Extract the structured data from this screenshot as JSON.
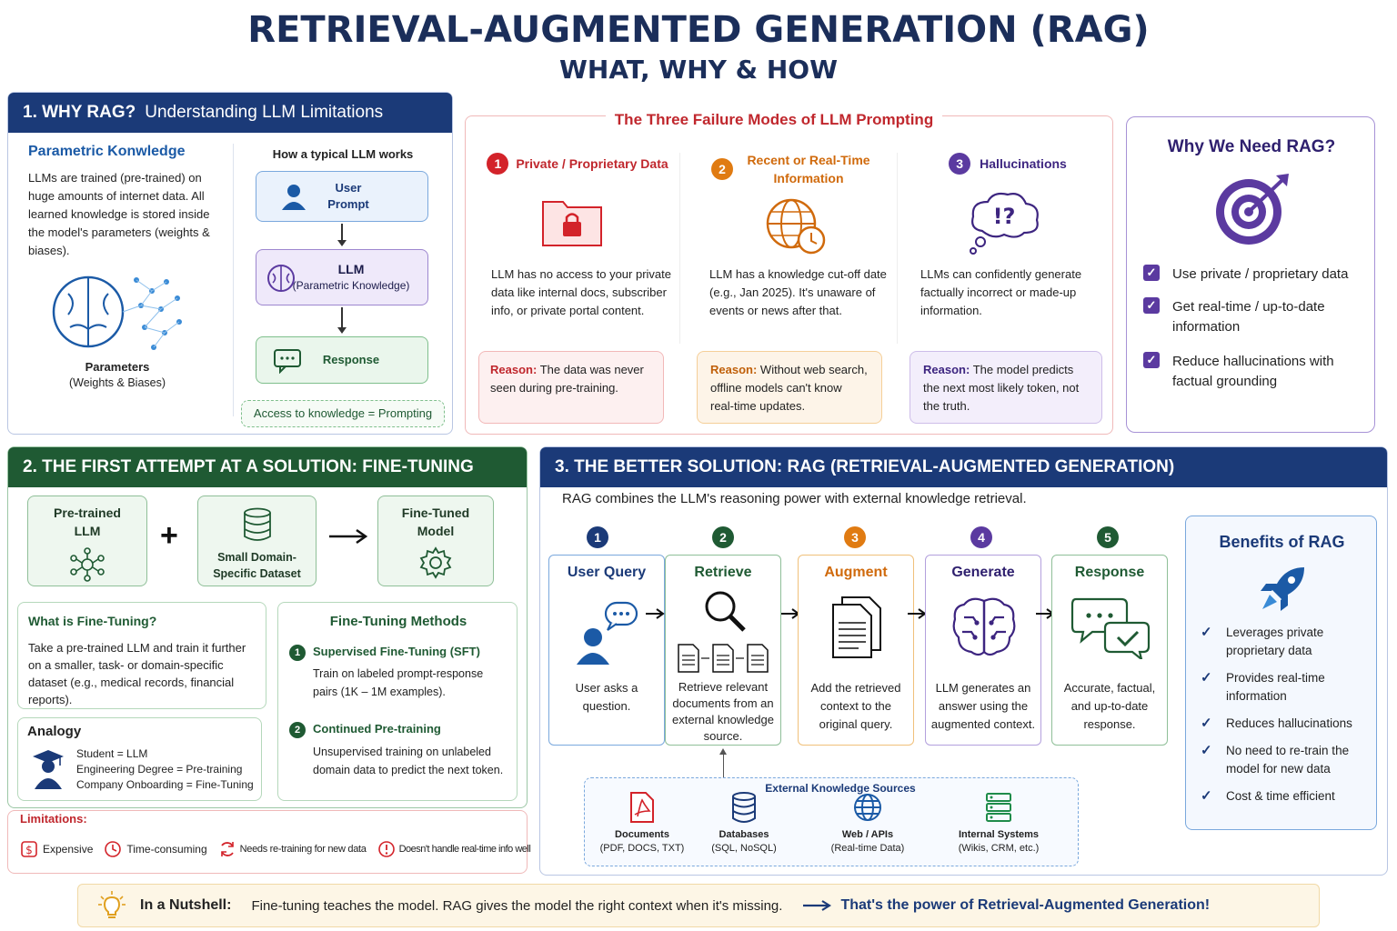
{
  "header": {
    "title": "RETRIEVAL-AUGMENTED GENERATION (RAG)",
    "subtitle": "WHAT, WHY & HOW"
  },
  "colors": {
    "navy": "#1b3a78",
    "green": "#1f5a33",
    "red": "#d3232a",
    "orange": "#e07b12",
    "purple": "#5b3aa0",
    "teal": "#1f8c6a"
  },
  "why_rag": {
    "num_title": "1. WHY RAG?",
    "title_lite": "Understanding LLM Limitations",
    "param_heading": "Parametric Konwledge",
    "param_text": "LLMs are trained (pre-trained) on huge amounts of internet data. All learned knowledge is stored inside the model's parameters (weights & biases).",
    "param_label": "Parameters",
    "param_sub": "(Weights & Biases)",
    "flow_heading": "How a typical LLM works",
    "flow_user": "User Prompt",
    "flow_llm": "LLM",
    "flow_llm_sub": "(Parametric Knowledge)",
    "flow_response": "Response",
    "flow_note": "Access to knowledge = Prompting"
  },
  "failure": {
    "title": "The Three Failure Modes of LLM Prompting",
    "modes": [
      {
        "num": "1",
        "title": "Private / Proprietary Data",
        "icon": "locked-folder-icon",
        "text": "LLM has no access to your private data like internal docs, subscriber info, or private portal content.",
        "reason_label": "Reason:",
        "reason": "The data was never seen during pre-training."
      },
      {
        "num": "2",
        "title": "Recent or Real-Time Information",
        "icon": "globe-clock-icon",
        "text": "LLM has a knowledge cut-off date (e.g., Jan 2025). It's unaware of events or news after that.",
        "reason_label": "Reason:",
        "reason": "Without web search, offline models can't know real-time updates."
      },
      {
        "num": "3",
        "title": "Hallucinations",
        "icon": "thought-bubble-icon",
        "text": "LLMs can confidently generate factually incorrect or made-up information.",
        "reason_label": "Reason:",
        "reason": "The model predicts the next most likely token, not the truth."
      }
    ]
  },
  "why_need": {
    "title": "Why We Need RAG?",
    "items": [
      "Use private / proprietary data",
      "Get real-time / up-to-date information",
      "Reduce hallucinations with factual grounding"
    ]
  },
  "fine_tuning": {
    "bar_title": "2. THE FIRST ATTEMPT AT A SOLUTION: FINE-TUNING",
    "pretrained": "Pre-trained LLM",
    "plus": "+",
    "dataset": "Small Domain-Specific Dataset",
    "finetuned": "Fine-Tuned Model",
    "what_title": "What is Fine-Tuning?",
    "what_text": "Take a pre-trained LLM and train it further on a smaller, task- or domain-specific dataset (e.g., medical records, financial reports).",
    "analogy_title": "Analogy",
    "analogy_lines": [
      "Student = LLM",
      "Engineering Degree = Pre-training",
      "Company Onboarding = Fine-Tuning"
    ],
    "methods_title": "Fine-Tuning Methods",
    "methods": [
      {
        "num": "1",
        "name": "Supervised Fine-Tuning (SFT)",
        "desc": "Train on labeled prompt-response pairs (1K – 1M examples)."
      },
      {
        "num": "2",
        "name": "Continued Pre-training",
        "desc": "Unsupervised training on unlabeled domain data to predict the next token."
      }
    ],
    "limitations_title": "Limitations:",
    "limitations": [
      "Expensive",
      "Time-consuming",
      "Needs re-training for new data",
      "Doesn't handle real-time info well"
    ]
  },
  "rag": {
    "bar_title": "3. THE BETTER SOLUTION: RAG (RETRIEVAL-AUGMENTED GENERATION)",
    "intro": "RAG combines the LLM's reasoning power with external knowledge retrieval.",
    "steps": [
      {
        "num": "1",
        "title": "User Query",
        "desc": "User asks a question."
      },
      {
        "num": "2",
        "title": "Retrieve",
        "desc": "Retrieve relevant documents from an external knowledge source."
      },
      {
        "num": "3",
        "title": "Augment",
        "desc": "Add the retrieved context to the original query."
      },
      {
        "num": "4",
        "title": "Generate",
        "desc": "LLM generates an answer using the augmented context."
      },
      {
        "num": "5",
        "title": "Response",
        "desc": "Accurate, factual, and up-to-date response."
      }
    ],
    "sources_title": "External Knowledge Sources",
    "sources": [
      {
        "name": "Documents",
        "sub": "(PDF, DOCS, TXT)"
      },
      {
        "name": "Databases",
        "sub": "(SQL, NoSQL)"
      },
      {
        "name": "Web / APIs",
        "sub": "(Real-time Data)"
      },
      {
        "name": "Internal Systems",
        "sub": "(Wikis, CRM, etc.)"
      }
    ],
    "benefits_title": "Benefits of RAG",
    "benefits": [
      "Leverages private proprietary data",
      "Provides real-time information",
      "Reduces hallucinations",
      "No need to re-train the model for new data",
      "Cost & time efficient"
    ]
  },
  "nutshell": {
    "label": "In a Nutshell:",
    "text": "Fine-tuning teaches the model.  RAG gives the model the right context when it's missing.",
    "tagline": "That's the power of Retrieval-Augmented Generation!"
  }
}
